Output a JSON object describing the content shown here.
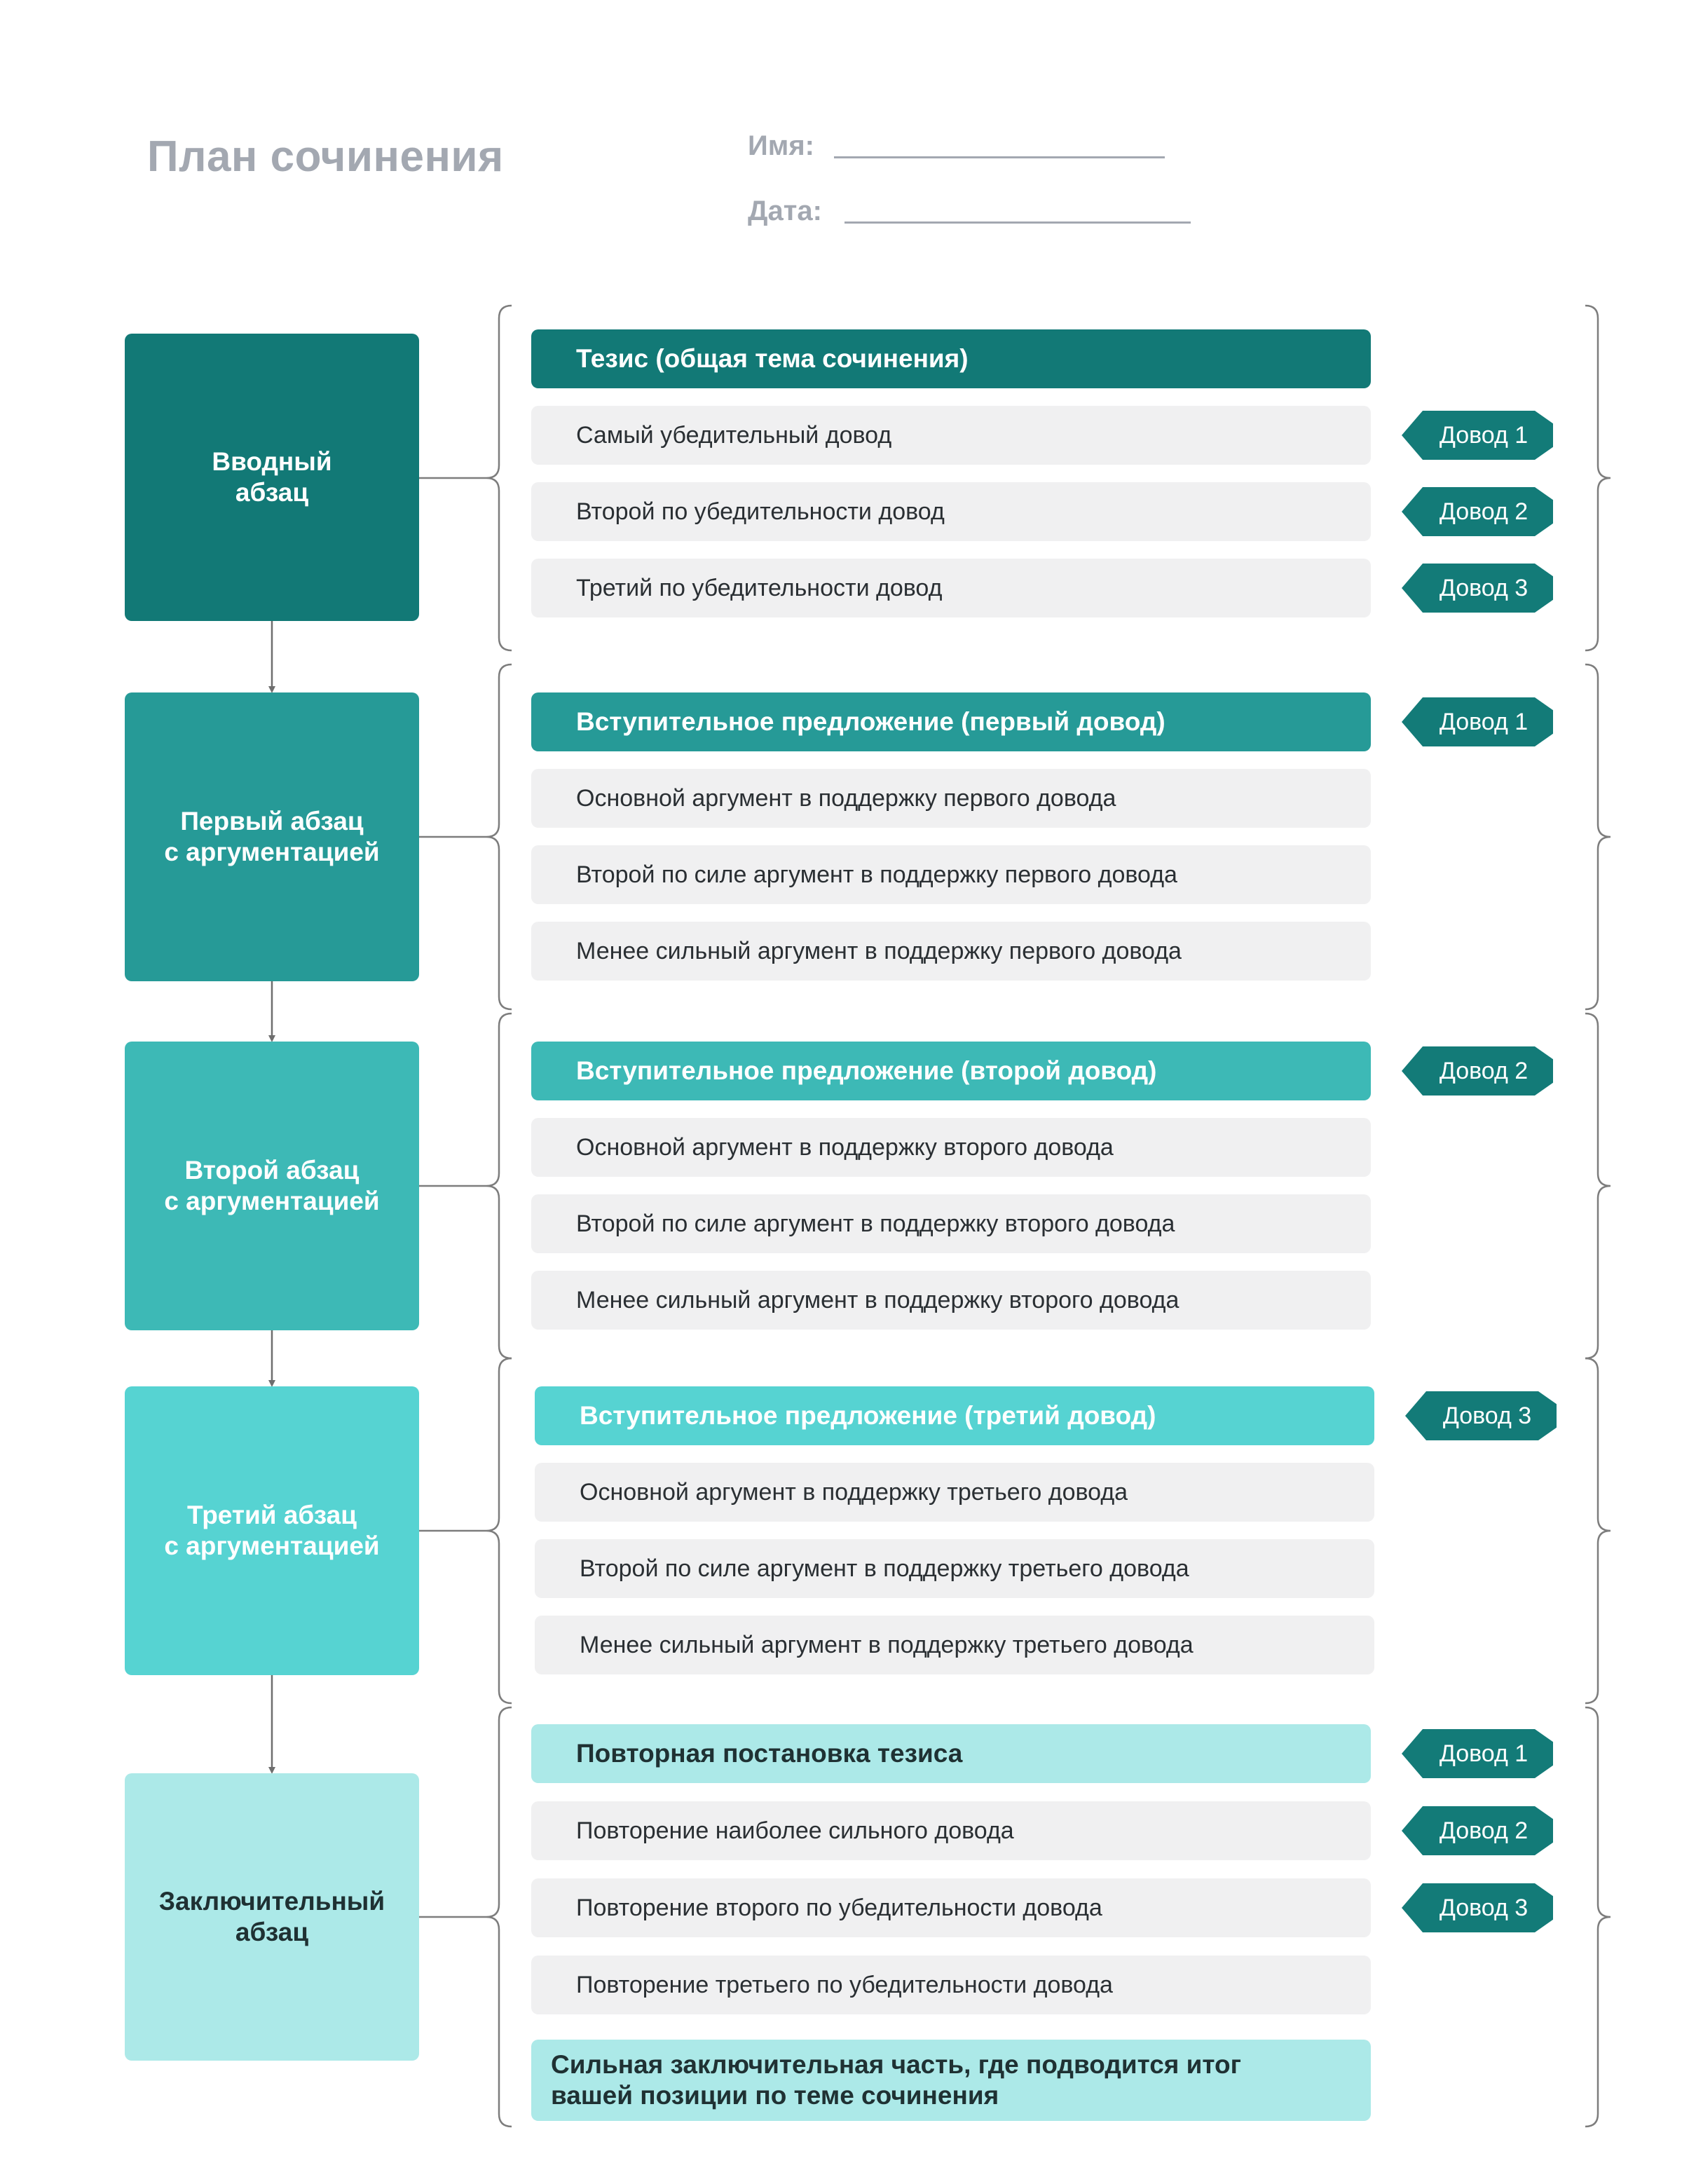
{
  "header": {
    "title": "План сочинения",
    "name_label": "Имя:",
    "date_label": "Дата:"
  },
  "colors": {
    "section1": "#127976",
    "section2": "#269a97",
    "section3": "#3db9b6",
    "section4": "#56d3d2",
    "section5": "#ace9e8",
    "row_bg": "#f0f0f1",
    "tag_bg": "#137b78",
    "arrow": "#6e6e6e"
  },
  "sections": [
    {
      "label": "Вводный\nабзац",
      "rows": [
        {
          "text": "Тезис (общая тема сочинения)",
          "tag": ""
        },
        {
          "text": "Самый убедительный довод",
          "tag": "Довод 1"
        },
        {
          "text": "Второй по убедительности довод",
          "tag": "Довод 2"
        },
        {
          "text": "Третий по убедительности довод",
          "tag": "Довод 3"
        }
      ]
    },
    {
      "label": "Первый абзац\nс аргументацией",
      "rows": [
        {
          "text": "Вступительное предложение (первый довод)",
          "tag": "Довод 1"
        },
        {
          "text": "Основной аргумент в поддержку первого довода",
          "tag": ""
        },
        {
          "text": "Второй по силе аргумент в поддержку первого довода",
          "tag": ""
        },
        {
          "text": "Менее сильный аргумент в поддержку первого довода",
          "tag": ""
        }
      ]
    },
    {
      "label": "Второй абзац\nс аргументацией",
      "rows": [
        {
          "text": "Вступительное предложение (второй довод)",
          "tag": "Довод 2"
        },
        {
          "text": "Основной аргумент в поддержку второго довода",
          "tag": ""
        },
        {
          "text": "Второй по силе аргумент в поддержку второго довода",
          "tag": ""
        },
        {
          "text": "Менее сильный аргумент в поддержку второго довода",
          "tag": ""
        }
      ]
    },
    {
      "label": "Третий абзац\nс аргументацией",
      "rows": [
        {
          "text": "Вступительное предложение (третий довод)",
          "tag": "Довод 3"
        },
        {
          "text": "Основной аргумент в поддержку третьего довода",
          "tag": ""
        },
        {
          "text": "Второй по силе аргумент в поддержку третьего довода",
          "tag": ""
        },
        {
          "text": "Менее сильный аргумент в поддержку третьего довода",
          "tag": ""
        }
      ]
    },
    {
      "label": "Заключительный\nабзац",
      "rows": [
        {
          "text": "Повторная постановка тезиса",
          "tag": "Довод 1"
        },
        {
          "text": "Повторение наиболее сильного довода",
          "tag": "Довод 2"
        },
        {
          "text": "Повторение второго по убедительности довода",
          "tag": "Довод 3"
        },
        {
          "text": "Повторение третьего по убедительности довода",
          "tag": ""
        },
        {
          "text": "  Сильная заключительная часть, где подводится итог\nвашей позиции по теме сочинения",
          "tag": ""
        }
      ]
    }
  ]
}
